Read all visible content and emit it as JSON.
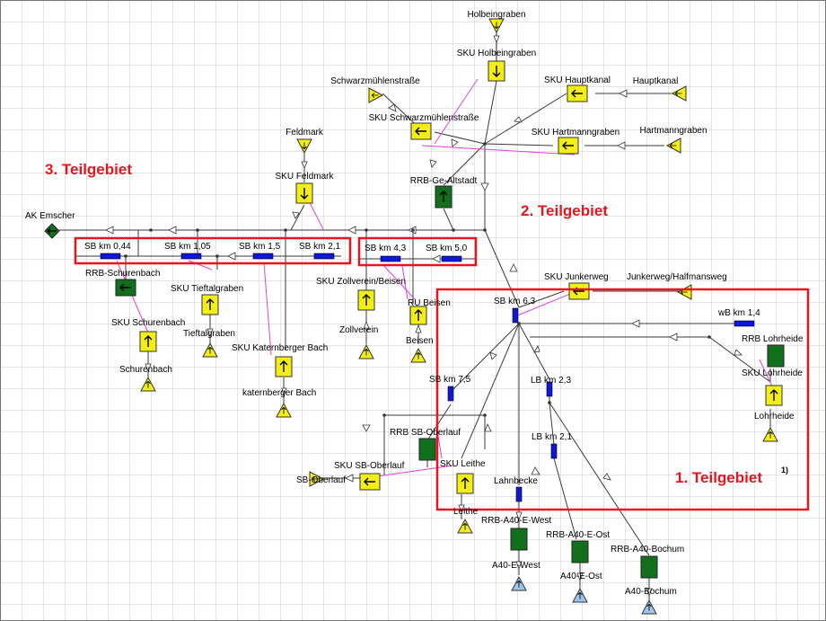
{
  "colors": {
    "grid": "#c9c9c9",
    "line": "#3a3a3a",
    "link": "#e040e0",
    "accent": "#e8141e",
    "yellow": "#f3ef15",
    "green": "#12701d",
    "blue": "#1018d8",
    "lightblue": "#9ec5ea"
  },
  "areas": {
    "a1": "1. Teilgebiet",
    "a1_sup": "1)",
    "a2": "2. Teilgebiet",
    "a3": "3. Teilgebiet"
  },
  "labels": {
    "holbeingraben": "Holbeingraben",
    "sku_holbeingraben": "SKU Holbeingraben",
    "schwarzmuehlenstrasse": "Schwarzmühlenstraße",
    "sku_schwarzmuehlenstrasse": "SKU Schwarzmühlenstraße",
    "sku_hauptkanal": "SKU Hauptkanal",
    "hauptkanal": "Hauptkanal",
    "sku_hartmanngraben": "SKU Hartmanngraben",
    "hartmanngraben": "Hartmanngraben",
    "feldmark": "Feldmark",
    "sku_feldmark": "SKU Feldmark",
    "rrb_ge_altstadt": "RRB-Ge-Altstadt",
    "ak_emscher": "AK Emscher",
    "sb_044": "SB km 0,44",
    "sb_105": "SB km 1,05",
    "sb_15": "SB km 1,5",
    "sb_21": "SB km 2,1",
    "sb_43": "SB km 4,3",
    "sb_50": "SB km 5,0",
    "rrb_schurenbach": "RRB-Schurenbach",
    "sku_tiefte": "SKU Tieftalgraben",
    "sku_zollverein": "SKU Zollverein/Beisen",
    "ru_beisen": "RU Beisen",
    "zollverein": "Zollverein",
    "beisen": "Beisen",
    "sku_schurenbach": "SKU Schurenbach",
    "tieftalgraben": "Tieftalgraben",
    "sku_katernberger": "SKU Katernberger Bach",
    "schurenbach": "Schurenbach",
    "katernberger": "katernberger Bach",
    "sku_junkerweg": "SKU Junkerweg",
    "junkerweg": "Junkerweg/Halfmansweg",
    "sb_63": "SB km 6,3",
    "wb_14": "wB km 1,4",
    "rrb_lohrheide": "RRB Lohrheide",
    "sku_lohrheide": "SKU Lohrheide",
    "lohrheide": "Lohrheide",
    "sb_75": "SB km 7,5",
    "lb_23": "LB km 2,3",
    "lb_21": "LB km 2,1",
    "rrb_sb_oberlauf": "RRB SB-Oberlauf",
    "sku_sb_oberlauf": "SKU SB-Oberlauf",
    "sb_oberlauf": "SB-Oberlauf",
    "sku_leithe": "SKU Leithe",
    "leithe": "Leithe",
    "lahnbecke": "Lahnbecke",
    "rrb_a40_west": "RRB-A40-E-West",
    "rrb_a40_ost": "RRB-A40-E-Ost",
    "rrb_a40_bochum": "RRB-A40-Bochum",
    "a40_west": "A40-E-West",
    "a40_ost": "A40-E-Ost",
    "a40_bochum": "A40-Bochum"
  }
}
